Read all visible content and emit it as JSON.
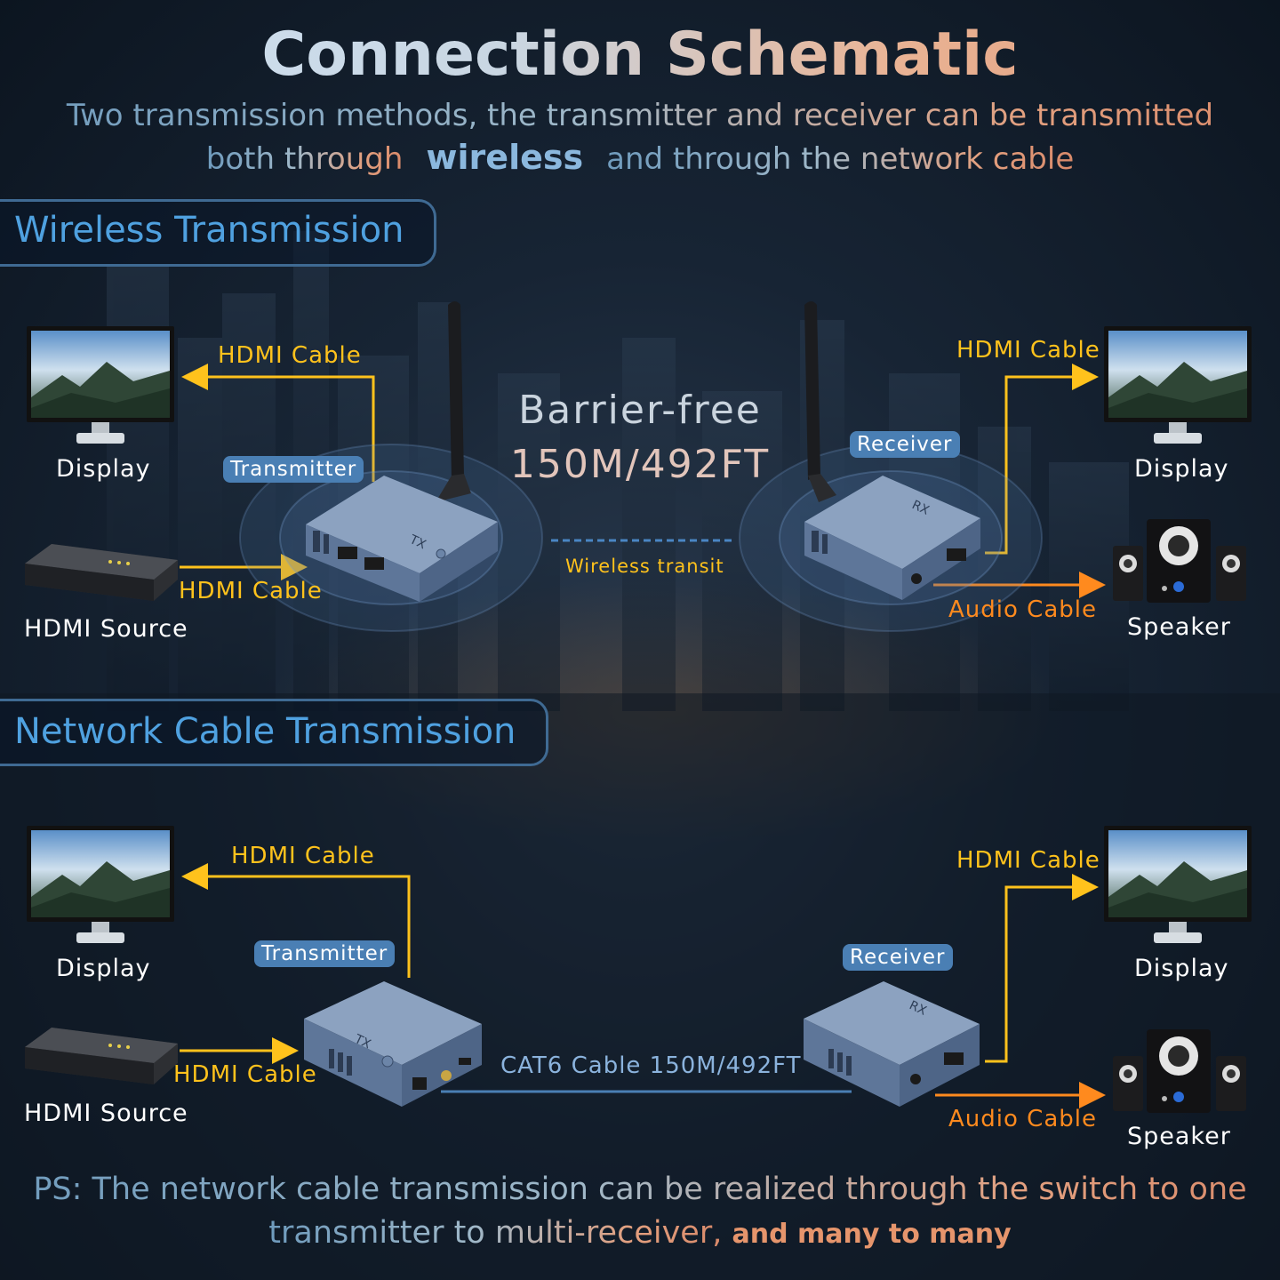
{
  "title": "Connection Schematic",
  "subtitle": {
    "line1": "Two transmission methods, the transmitter and receiver can be transmitted",
    "line2_pre": "both through",
    "line2_emphasis": "wireless",
    "line2_post": "and through the network cable"
  },
  "wireless_section": {
    "title": "Wireless Transmission",
    "barrier_line1": "Barrier-free",
    "barrier_line2": "150M/492FT",
    "transit_label": "Wireless transit",
    "left": {
      "display_label": "Display",
      "hdmi_out_label": "HDMI Cable",
      "transmitter_label": "Transmitter",
      "hdmi_in_label": "HDMI Cable",
      "source_label": "HDMI Source"
    },
    "right": {
      "receiver_label": "Receiver",
      "hdmi_out_label": "HDMI Cable",
      "display_label": "Display",
      "audio_label": "Audio Cable",
      "speaker_label": "Speaker"
    }
  },
  "network_section": {
    "title": "Network Cable Transmission",
    "cable_label": "CAT6 Cable 150M/492FT",
    "left": {
      "display_label": "Display",
      "hdmi_out_label": "HDMI Cable",
      "transmitter_label": "Transmitter",
      "hdmi_in_label": "HDMI Cable",
      "source_label": "HDMI Source"
    },
    "right": {
      "receiver_label": "Receiver",
      "hdmi_out_label": "HDMI Cable",
      "display_label": "Display",
      "audio_label": "Audio Cable",
      "speaker_label": "Speaker"
    }
  },
  "device_marks": {
    "tx": "TX",
    "rx": "RX"
  },
  "ps": {
    "line1": "PS: The network cable transmission can be realized through the switch to one",
    "line2": "transmitter to multi-receiver,",
    "line2_emphasis": "and many to many"
  },
  "colors": {
    "hdmi_arrow": "#ffc21c",
    "audio_arrow": "#ff8a1e",
    "section_title": "#4fa1e0",
    "pill_bg": "#4a7fb4",
    "device_body": "#6c85a8"
  },
  "icons": [
    "display-icon",
    "hdmi-source-icon",
    "transmitter-device-icon",
    "receiver-device-icon",
    "antenna-icon",
    "speaker-icon"
  ]
}
